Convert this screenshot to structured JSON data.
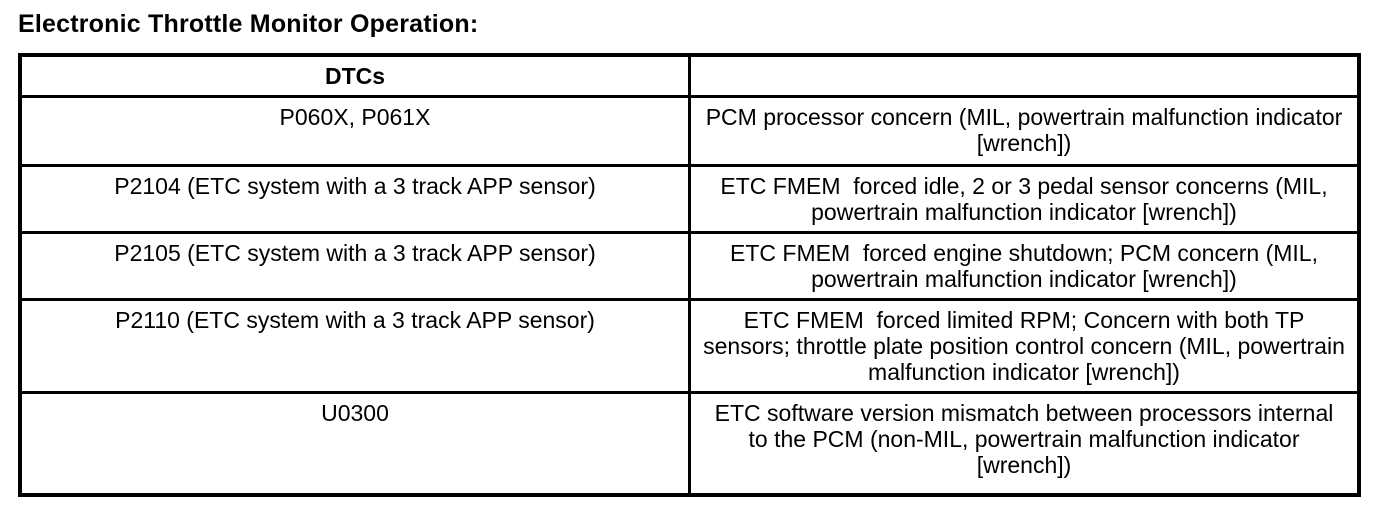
{
  "page": {
    "title": "Electronic Throttle Monitor Operation:"
  },
  "colors": {
    "text": "#000000",
    "border": "#000000",
    "background": "#ffffff"
  },
  "table": {
    "header": {
      "dtcs_label": "DTCs",
      "description_label": ""
    },
    "rows": [
      {
        "dtc": "P060X, P061X",
        "description": "PCM processor concern (MIL, powertrain malfunction indicator [wrench])"
      },
      {
        "dtc": "P2104 (ETC system with a 3 track APP sensor)",
        "description": "ETC FMEM  forced idle, 2 or 3 pedal sensor concerns (MIL, powertrain malfunction indicator [wrench])"
      },
      {
        "dtc": "P2105 (ETC system with a 3 track APP sensor)",
        "description": "ETC FMEM  forced engine shutdown; PCM concern (MIL, powertrain malfunction indicator [wrench])"
      },
      {
        "dtc": "P2110 (ETC system with a 3 track APP sensor)",
        "description": "ETC FMEM  forced limited RPM; Concern with both TP sensors; throttle plate position control concern (MIL, powertrain malfunction indicator [wrench])"
      },
      {
        "dtc": "U0300",
        "description": "ETC software version mismatch between processors internal to the PCM (non-MIL, powertrain malfunction indicator [wrench])"
      }
    ]
  }
}
